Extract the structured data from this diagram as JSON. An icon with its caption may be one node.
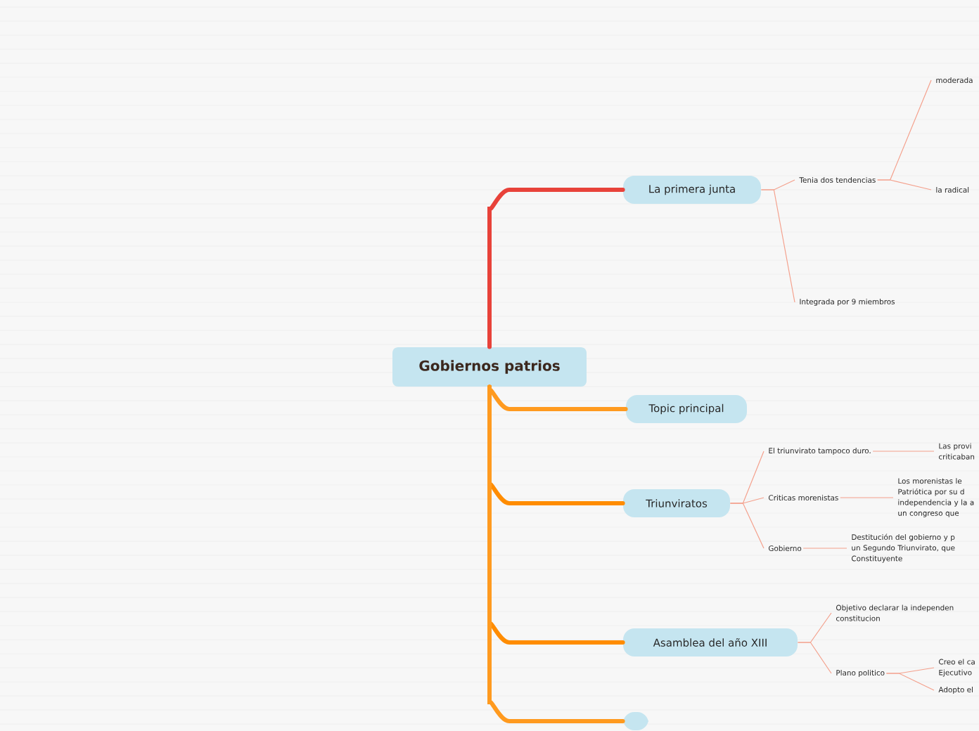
{
  "diagram": {
    "nodes": [
      {
        "text": [
          "Gobiernos patrios"
        ]
      },
      {
        "text": [
          "La primera junta"
        ]
      },
      {
        "text": [
          "Tenia dos tendencias"
        ]
      },
      {
        "text": [
          "moderada"
        ]
      },
      {
        "text": [
          "la radical"
        ]
      },
      {
        "text": [
          "Integrada por 9 miembros"
        ]
      },
      {
        "text": [
          "Topic principal"
        ]
      },
      {
        "text": [
          "Triunviratos"
        ]
      },
      {
        "text": [
          "El triunvirato tampoco duro."
        ]
      },
      {
        "text": [
          "Las provi criticaban"
        ]
      },
      {
        "text": [
          "Criticas morenistas"
        ]
      },
      {
        "text": [
          "Los morenistas le Patriótica por su d independencia y la a un congreso que"
        ]
      },
      {
        "text": [
          "Gobierno"
        ]
      },
      {
        "text": [
          "Destitución del gobierno y p un Segundo Triunvirato, que Constituyente"
        ]
      },
      {
        "text": [
          "Asamblea del año XIII"
        ]
      },
      {
        "text": [
          "Objetivo declarar la independen constitucion"
        ]
      },
      {
        "text": [
          "Plano politico"
        ]
      },
      {
        "text": [
          "Creo el ca Ejecutivo"
        ]
      },
      {
        "text": [
          "Adopto el"
        ]
      },
      {
        "text": [],
        "shape": "box"
      }
    ],
    "edges": [
      {
        "from": 0,
        "to": 1,
        "arrow": "none",
        "style": "thick",
        "color": "#e8423a"
      },
      {
        "from": 0,
        "to": 6,
        "arrow": "none",
        "style": "thick",
        "color": "#ff9a1f"
      },
      {
        "from": 0,
        "to": 7,
        "arrow": "none",
        "style": "thick",
        "color": "#ff8c00"
      },
      {
        "from": 0,
        "to": 14,
        "arrow": "none",
        "style": "thick",
        "color": "#ff8c00"
      },
      {
        "from": 0,
        "to": 19,
        "arrow": "none",
        "style": "thick",
        "color": "#ff9a1f"
      },
      {
        "from": 1,
        "to": 2,
        "arrow": "none"
      },
      {
        "from": 1,
        "to": 5,
        "arrow": "none"
      },
      {
        "from": 2,
        "to": 3,
        "arrow": "none"
      },
      {
        "from": 2,
        "to": 4,
        "arrow": "none"
      },
      {
        "from": 7,
        "to": 8,
        "arrow": "none"
      },
      {
        "from": 7,
        "to": 10,
        "arrow": "none"
      },
      {
        "from": 7,
        "to": 12,
        "arrow": "none"
      },
      {
        "from": 8,
        "to": 9,
        "arrow": "none"
      },
      {
        "from": 10,
        "to": 11,
        "arrow": "none"
      },
      {
        "from": 12,
        "to": 13,
        "arrow": "none"
      },
      {
        "from": 14,
        "to": 15,
        "arrow": "none"
      },
      {
        "from": 14,
        "to": 16,
        "arrow": "none"
      },
      {
        "from": 16,
        "to": 17,
        "arrow": "none"
      },
      {
        "from": 16,
        "to": 18,
        "arrow": "none"
      }
    ]
  }
}
